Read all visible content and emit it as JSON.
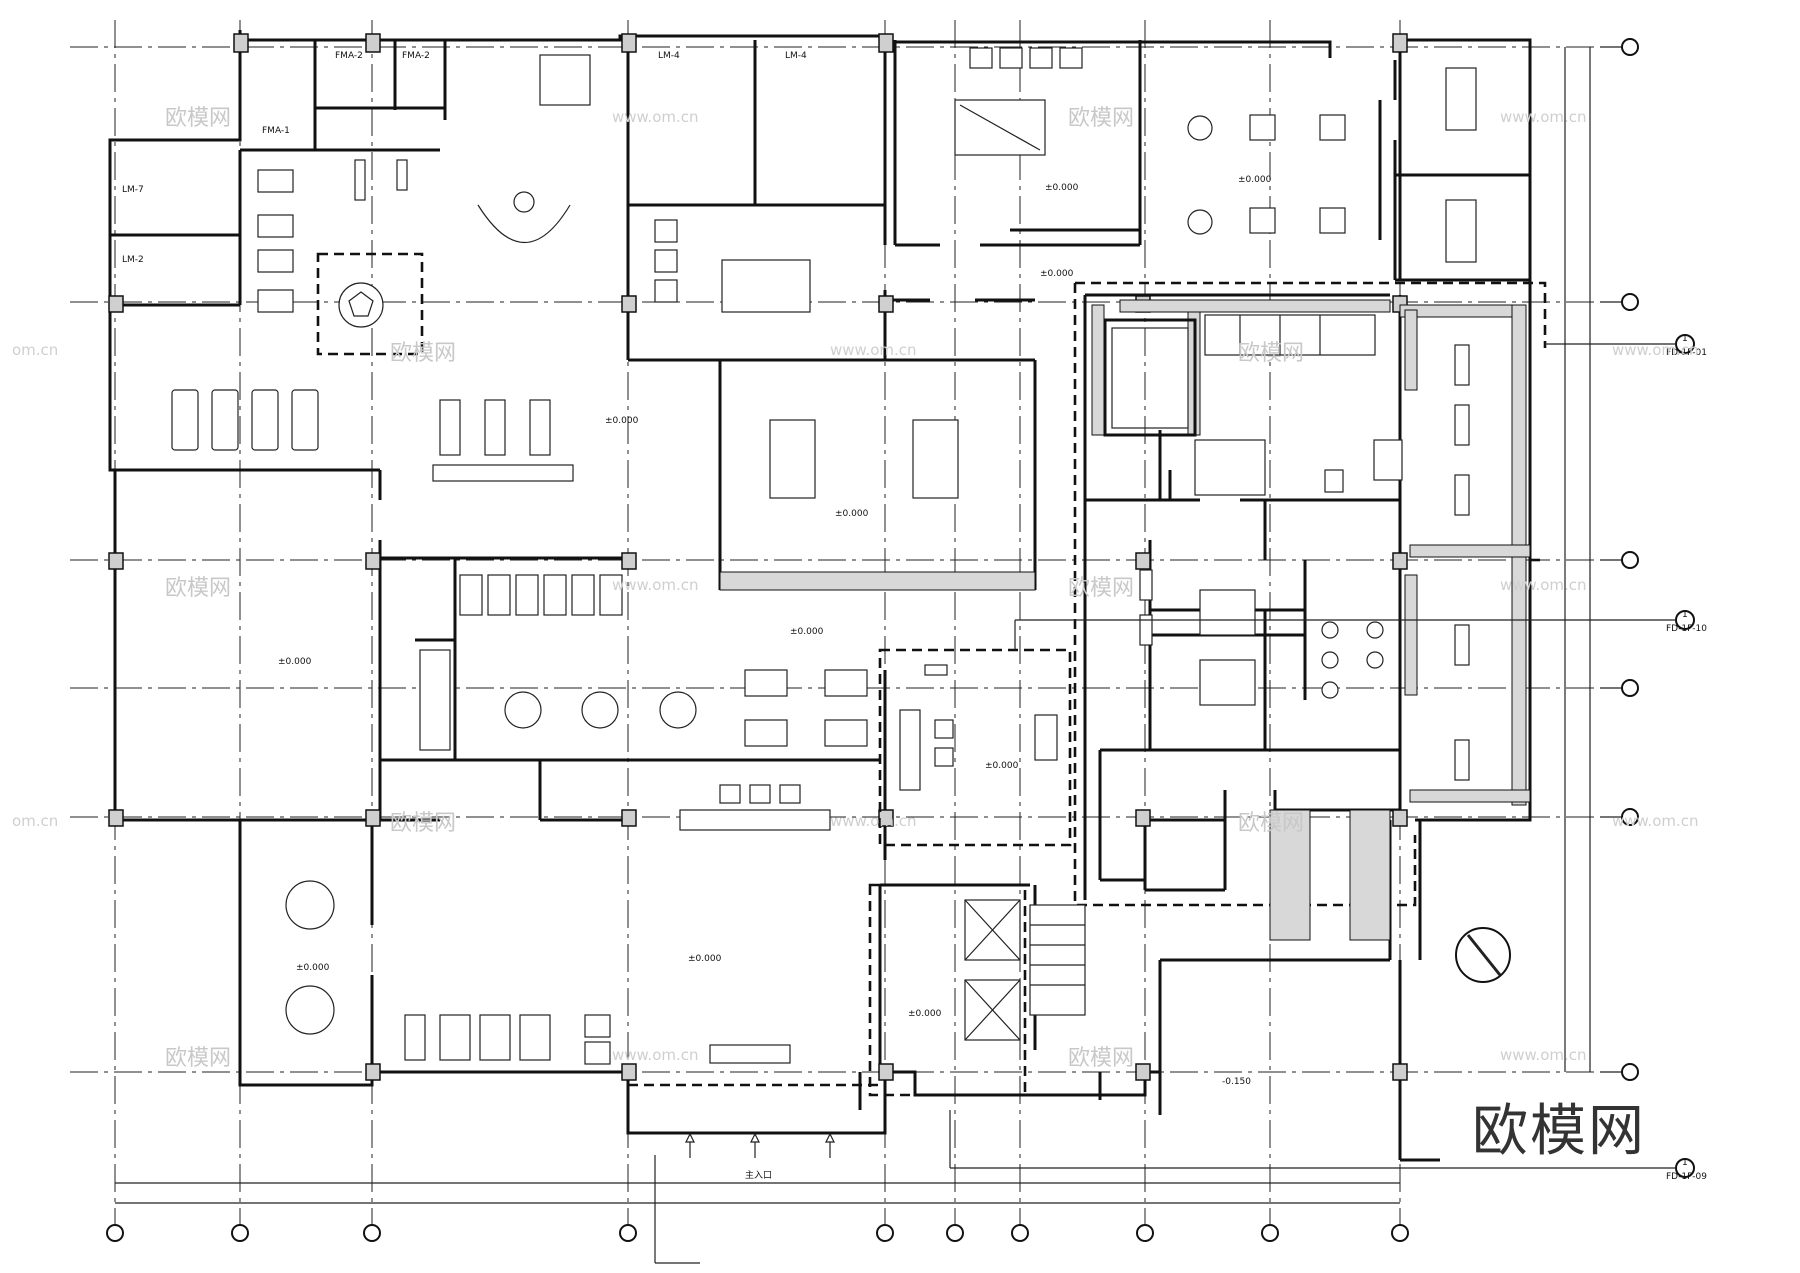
{
  "plan": {
    "room_labels": [
      {
        "id": "fma1",
        "text": "FMA-1"
      },
      {
        "id": "fma2a",
        "text": "FMA-2"
      },
      {
        "id": "fma2b",
        "text": "FMA-2"
      },
      {
        "id": "lm7",
        "text": "LM-7"
      },
      {
        "id": "lm2",
        "text": "LM-2"
      },
      {
        "id": "lm4a",
        "text": "LM-4"
      },
      {
        "id": "lm4b",
        "text": "LM-4"
      }
    ],
    "elevations": [
      "±0.000",
      "-0.150"
    ],
    "entrance_label": "主入口",
    "callouts": [
      {
        "id": "c01",
        "num": "1",
        "ref": "FD-1F-01"
      },
      {
        "id": "c10",
        "num": "1",
        "ref": "FD-1F-10"
      },
      {
        "id": "c09",
        "num": "1",
        "ref": "FD-1F-09"
      }
    ]
  },
  "watermarks": {
    "cn": "欧模网",
    "site": "www.om.cn",
    "site_short": "om.cn",
    "brand": "欧模网"
  },
  "icons": {
    "north_arrow": "north-arrow-icon"
  }
}
